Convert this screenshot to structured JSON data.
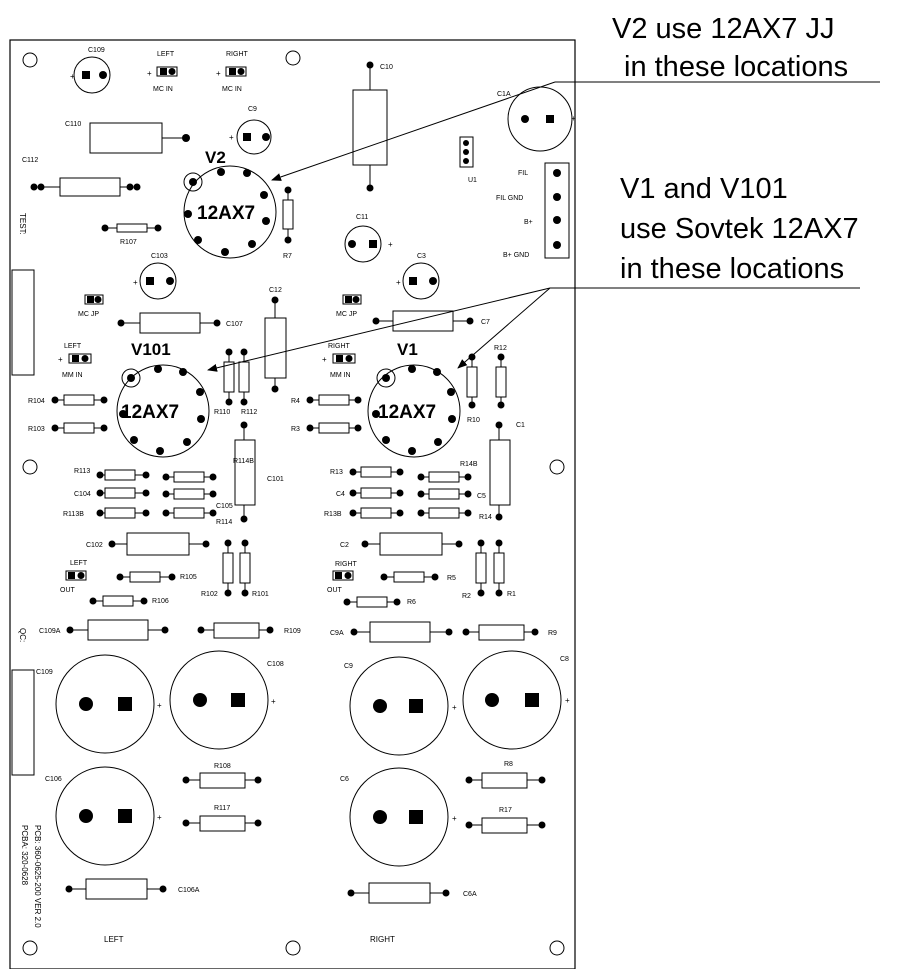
{
  "callouts": {
    "v2_line1": "V2 use 12AX7 JJ",
    "v2_line2": "in these locations",
    "v1_line1": "V1 and V101",
    "v1_line2": "use Sovtek 12AX7",
    "v1_line3": "in these locations"
  },
  "tubes": {
    "v2": {
      "name": "V2",
      "type": "12AX7"
    },
    "v101": {
      "name": "V101",
      "type": "12AX7"
    },
    "v1": {
      "name": "V1",
      "type": "12AX7"
    }
  },
  "side_text": {
    "test": "TEST:",
    "qc": "QC:",
    "pcb": "PCB:  360-0625-200  VER 2.0",
    "pcba": "PCBA:  320-0628"
  },
  "connector": {
    "fil": "FIL",
    "fil_gnd": "FIL GND",
    "bplus": "B+",
    "bplus_gnd": "B+ GND"
  },
  "jumpers": {
    "left_top": "LEFT",
    "right_top": "RIGHT",
    "mc_in": "MC  IN",
    "mc_jp": "MC  JP",
    "mm_in": "MM  IN",
    "left_mid": "LEFT",
    "right_mid": "RIGHT",
    "left_out": "LEFT",
    "right_out": "RIGHT",
    "out": "OUT"
  },
  "bottom_labels": {
    "left": "LEFT",
    "right": "RIGHT"
  },
  "components": {
    "c109_top": "C109",
    "c110": "C110",
    "c112": "C112",
    "c9_top": "C9",
    "c10": "C10",
    "c1a": "C1A",
    "u1": "U1",
    "r107": "R107",
    "r7": "R7",
    "c11": "C11",
    "c103": "C103",
    "c3": "C3",
    "c12": "C12",
    "c107": "C107",
    "c7": "C7",
    "r104": "R104",
    "r103": "R103",
    "r110": "R110",
    "r112": "R112",
    "r4": "R4",
    "r3": "R3",
    "r10": "R10",
    "r12": "R12",
    "c1": "C1",
    "r113": "R113",
    "r114b": "R114B",
    "c101": "C101",
    "c104": "C104",
    "c105": "C105",
    "r113b": "R113B",
    "r114": "R114",
    "r13": "R13",
    "r14b": "R14B",
    "c4": "C4",
    "c5": "C5",
    "r13b": "R13B",
    "r14": "R14",
    "c102": "C102",
    "r105": "R105",
    "r106": "R106",
    "r102": "R102",
    "r101": "R101",
    "c2": "C2",
    "r5": "R5",
    "r6": "R6",
    "r2": "R2",
    "r1": "R1",
    "c109a": "C109A",
    "r109": "R109",
    "c9a": "C9A",
    "r9": "R9",
    "c109_big": "C109",
    "c108": "C108",
    "c9_big": "C9",
    "c8": "C8",
    "c106": "C106",
    "r108": "R108",
    "r117": "R117",
    "c6": "C6",
    "r8": "R8",
    "r17": "R17",
    "c106a": "C106A",
    "c6a": "C6A"
  }
}
